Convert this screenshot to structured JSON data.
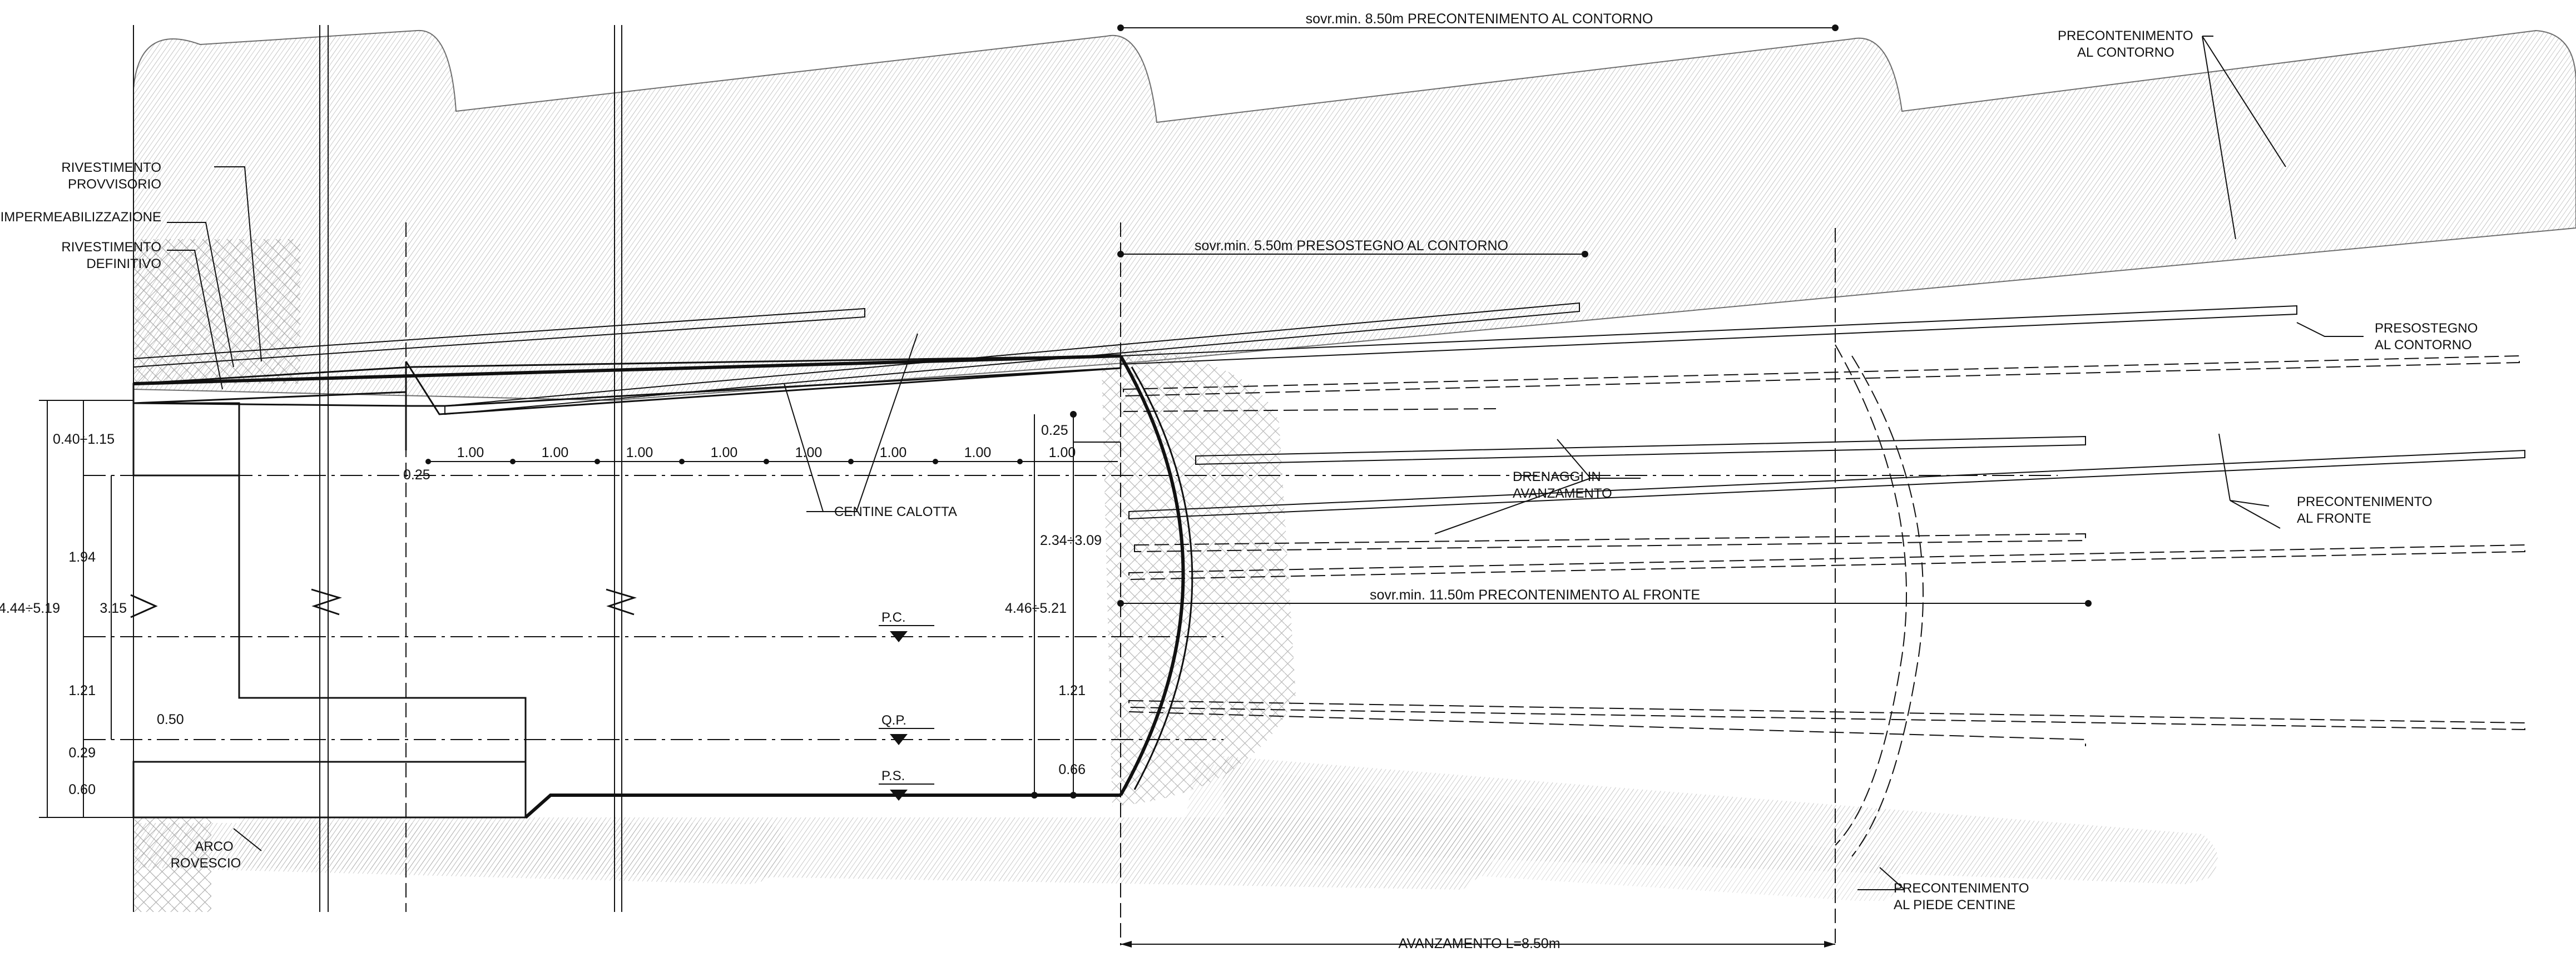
{
  "labels": {
    "rivestimento_provvisorio": [
      "RIVESTIMENTO",
      "PROVVISORIO"
    ],
    "impermeabilizzazione": "IMPERMEABILIZZAZIONE",
    "rivestimento_definitivo": [
      "RIVESTIMENTO",
      "DEFINITIVO"
    ],
    "arco_rovescio": [
      "ARCO",
      "ROVESCIO"
    ],
    "centine_calotta": "CENTINE  CALOTTA",
    "drenaggi": [
      "DRENAGGI  IN",
      "AVANZAMENTO"
    ],
    "precont_contorno": [
      "PRECONTENIMENTO",
      "AL  CONTORNO"
    ],
    "presostegno_contorno": [
      "PRESOSTEGNO",
      "AL  CONTORNO"
    ],
    "precont_fronte": [
      "PRECONTENIMENTO",
      "AL  FRONTE"
    ],
    "precont_piede": [
      "PRECONTENIMENTO",
      "AL  PIEDE  CENTINE"
    ],
    "pc": "P.C.",
    "qp": "Q.P.",
    "ps": "P.S."
  },
  "dimensions": {
    "top_precont": "sovr.min.  8.50m  PRECONTENIMENTO  AL  CONTORNO",
    "presostegno": "sovr.min.  5.50m  PRESOSTEGNO  AL  CONTORNO",
    "fronte": "sovr.min.  11.50m  PRECONTENIMENTO  AL  FRONTE",
    "avanzamento": "AVANZAMENTO  L=8.50m",
    "spacing": [
      "1.00",
      "1.00",
      "1.00",
      "1.00",
      "1.00",
      "1.00",
      "1.00",
      "1.00"
    ],
    "left": {
      "total": "4.44÷5.19",
      "top": "0.40÷1.15",
      "d194": "1.94",
      "d315": "3.15",
      "d121": "1.21",
      "d050": "0.50",
      "d029": "0.29",
      "d060": "0.60"
    },
    "d025_left": "0.25",
    "d025_right": "0.25",
    "face_total": "4.46÷5.21",
    "face_upper": "2.34÷3.09",
    "face_121": "1.21",
    "face_066": "0.66"
  }
}
